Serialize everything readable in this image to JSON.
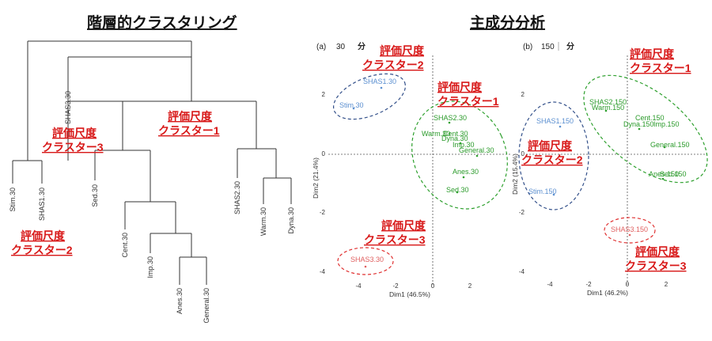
{
  "titles": {
    "dendrogram": "階層的クラスタリング",
    "pca": "主成分分析"
  },
  "dendrogram": {
    "leaves": [
      "Stim.30",
      "SHAS1.30",
      "SHAS3.30",
      "Sed.30",
      "Cent.30",
      "Imp.30",
      "Anes.30",
      "General.30",
      "SHAS2.30",
      "Warm.30",
      "Dyna.30"
    ],
    "annotations": {
      "cluster1": [
        "評価尺度",
        "クラスター1"
      ],
      "cluster2": [
        "評価尺度",
        "クラスター2"
      ],
      "cluster3": [
        "評価尺度",
        "クラスター3"
      ]
    }
  },
  "pca": {
    "panel_a": {
      "label": "(a)",
      "minutes": "30",
      "unit": "分",
      "xlabel": "Dim1 (46.5%)",
      "ylabel": "Dim2 (21.4%)",
      "xticks": [
        "-4",
        "-2",
        "0",
        "2"
      ],
      "yticks": [
        "2",
        "0",
        "-2",
        "-4"
      ],
      "clusters": {
        "c1": [
          "評価尺度",
          "クラスター1"
        ],
        "c2": [
          "評価尺度",
          "クラスター2"
        ],
        "c3": [
          "評価尺度",
          "クラスター3"
        ]
      },
      "points": {
        "SHAS1": "SHAS1.30",
        "Stim": "Stim.30",
        "SHAS2": "SHAS2.30",
        "Cent": "Cent.30",
        "Warm": "Warm.30",
        "Dyna": "Dyna.30",
        "Imp": "Imp.30",
        "General": "General.30",
        "Anes": "Anes.30",
        "Sed": "Sed.30",
        "SHAS3": "SHAS3.30"
      }
    },
    "panel_b": {
      "label": "(b)",
      "minutes": "150",
      "unit": "分",
      "xlabel": "Dim1 (46.2%)",
      "ylabel": "Dim2 (15.4%)",
      "xticks": [
        "-4",
        "-2",
        "0",
        "2"
      ],
      "yticks": [
        "2",
        "0",
        "-2",
        "-4"
      ],
      "clusters": {
        "c1": [
          "評価尺度",
          "クラスター1"
        ],
        "c2": [
          "評価尺度",
          "クラスター2"
        ],
        "c3": [
          "評価尺度",
          "クラスター3"
        ]
      },
      "points": {
        "SHAS2": "SHAS2.150",
        "Warm": "Warm.150",
        "Cent": "Cent.150",
        "Dyna": "Dyna.150",
        "Imp": "Imp.150",
        "General": "General.150",
        "Anes": "Anes.150",
        "Sed": "Sed.150",
        "SHAS1": "SHAS1.150",
        "Stim": "Stim.150",
        "SHAS3": "SHAS3.150"
      }
    }
  },
  "colors": {
    "cluster1": "#2ea02e",
    "cluster2": "#33508a",
    "cluster3": "#e03030",
    "annotation": "#d81818"
  }
}
